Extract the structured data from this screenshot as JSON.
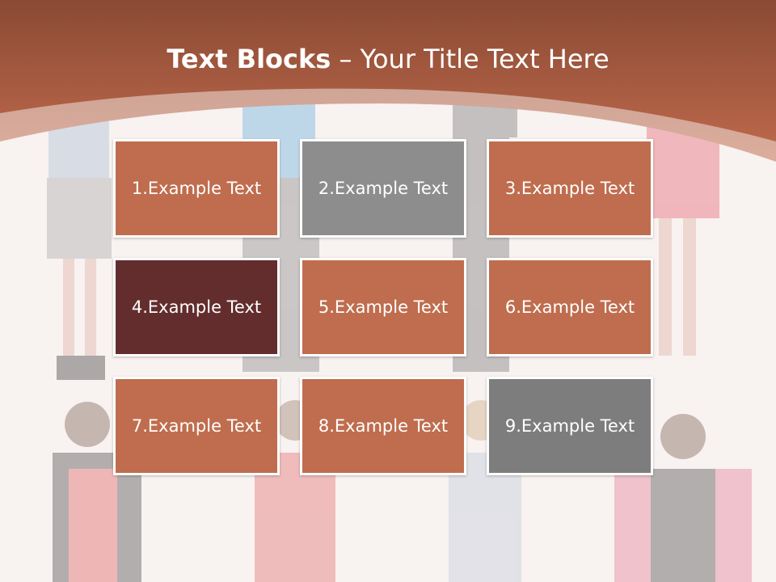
{
  "title": {
    "bold": "Text Blocks",
    "dash": " – ",
    "rest": "Your Title Text Here"
  },
  "colors": {
    "header_top": "#8a4a34",
    "header_bottom": "#c06a4c",
    "tile_orange": "#bf6d4e",
    "tile_gray_light": "#8d8d8d",
    "tile_dark": "#642d2d",
    "tile_gray": "#7d7d7d"
  },
  "blocks": [
    {
      "label": "1.Example Text",
      "color": "#bf6d4e"
    },
    {
      "label": "2.Example Text",
      "color": "#8d8d8d"
    },
    {
      "label": "3.Example Text",
      "color": "#bf6d4e"
    },
    {
      "label": "4.Example Text",
      "color": "#642d2d"
    },
    {
      "label": "5.Example Text",
      "color": "#bf6d4e"
    },
    {
      "label": "6.Example Text",
      "color": "#bf6d4e"
    },
    {
      "label": "7.Example Text",
      "color": "#bf6d4e"
    },
    {
      "label": "8.Example Text",
      "color": "#bf6d4e"
    },
    {
      "label": "9.Example Text",
      "color": "#7d7d7d"
    }
  ]
}
